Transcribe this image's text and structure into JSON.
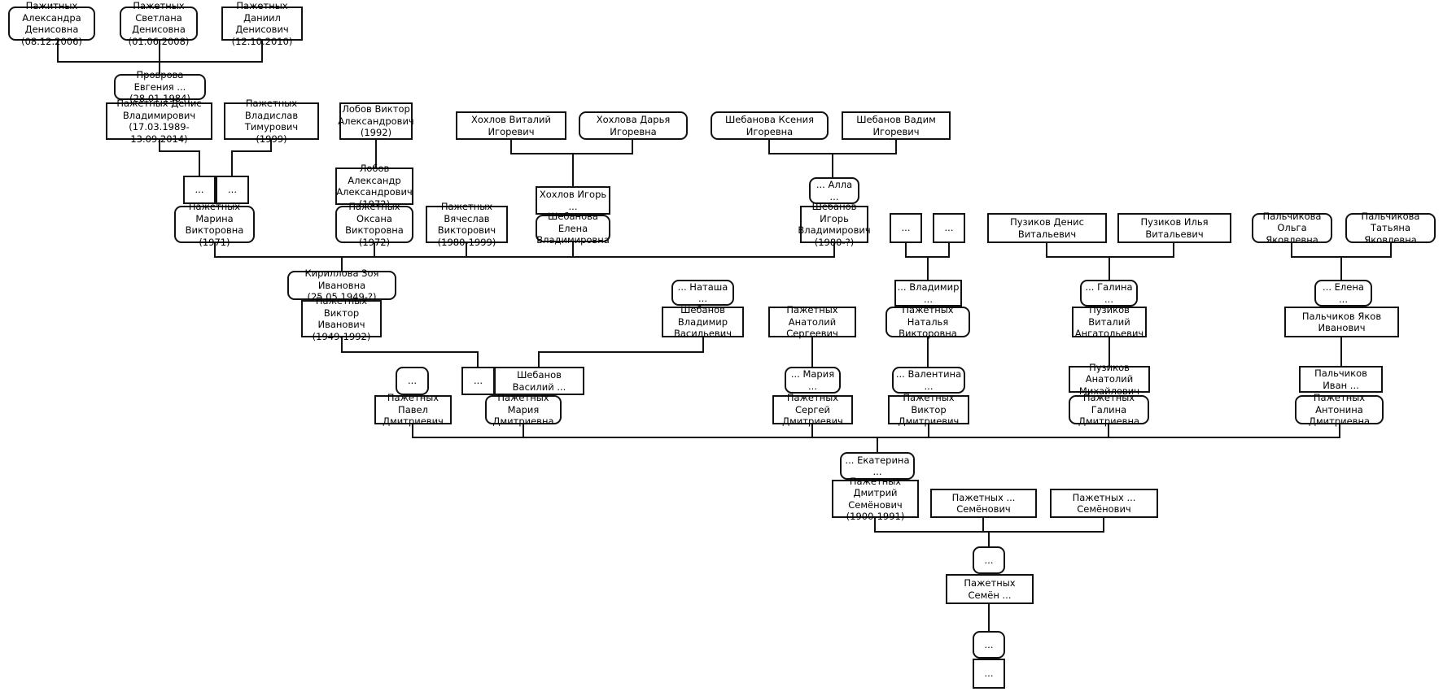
{
  "nodes": [
    {
      "id": "n1",
      "text": "Пажитных Александра\nДенисовна\n(08.12.2006)",
      "shape": "f"
    },
    {
      "id": "n2",
      "text": "Пажетных Светлана\nДенисовна\n(01.06.2008)",
      "shape": "f"
    },
    {
      "id": "n3",
      "text": "Пажетных Даниил\nДенисович\n(12.10.2010)",
      "shape": "m"
    },
    {
      "id": "n4",
      "text": "Проврова Евгения ...\n(28.01.1984)",
      "shape": "f"
    },
    {
      "id": "n5",
      "text": "Пажетных Денис\nВладимирович\n(17.03.1989-13.09.2014)",
      "shape": "m"
    },
    {
      "id": "n6",
      "text": "Пажетных Владислав\nТимурович\n(1999)",
      "shape": "m"
    },
    {
      "id": "n7",
      "text": "Лобов Виктор\nАлександрович\n(1992)",
      "shape": "m"
    },
    {
      "id": "n8",
      "text": "Хохлов Виталий Игоревич",
      "shape": "m"
    },
    {
      "id": "n9",
      "text": "Хохлова Дарья Игоревна",
      "shape": "f"
    },
    {
      "id": "n10",
      "text": "Шебанова Ксения Игоревна",
      "shape": "f"
    },
    {
      "id": "n11",
      "text": "Шебанов Вадим Игоревич",
      "shape": "m"
    },
    {
      "id": "n12",
      "text": "...",
      "shape": "m"
    },
    {
      "id": "n13",
      "text": "...",
      "shape": "m"
    },
    {
      "id": "n14",
      "text": "Лобов Александр\nАлександрович\n(1972)",
      "shape": "m"
    },
    {
      "id": "n15",
      "text": "Пажетных Марина\nВикторовна\n(1971)",
      "shape": "f"
    },
    {
      "id": "n16",
      "text": "Пажетных Оксана\nВикторовна\n(1972)",
      "shape": "f"
    },
    {
      "id": "n17",
      "text": "Пажетных Вячеслав\nВикторович\n(1980-1999)",
      "shape": "m"
    },
    {
      "id": "n18",
      "text": "Хохлов Игорь ...",
      "shape": "m"
    },
    {
      "id": "n19",
      "text": "Шебанова Елена\nВладимировна",
      "shape": "f"
    },
    {
      "id": "n20",
      "text": "... Алла ...",
      "shape": "f"
    },
    {
      "id": "n21",
      "text": "Шебанов Игорь\nВладимирович\n(1980-?)",
      "shape": "m"
    },
    {
      "id": "n22",
      "text": "...",
      "shape": "m"
    },
    {
      "id": "n23",
      "text": "...",
      "shape": "m"
    },
    {
      "id": "n24",
      "text": "Пузиков Денис Витальевич",
      "shape": "m"
    },
    {
      "id": "n25",
      "text": "Пузиков Илья Витальевич",
      "shape": "m"
    },
    {
      "id": "n26",
      "text": "Пальчикова Ольга\nЯковлевна",
      "shape": "f"
    },
    {
      "id": "n27",
      "text": "Пальчикова Татьяна\nЯковлевна",
      "shape": "f"
    },
    {
      "id": "n28",
      "text": "Кириллова Зоя Ивановна\n(25.05.1949-?)",
      "shape": "f"
    },
    {
      "id": "n29",
      "text": "Пажетных Виктор\nИванович\n(1949-1992)",
      "shape": "m"
    },
    {
      "id": "n30",
      "text": "... Наташа ...",
      "shape": "f"
    },
    {
      "id": "n31",
      "text": "Шебанов Владимир\nВасильевич",
      "shape": "m"
    },
    {
      "id": "n32",
      "text": "Пажетных Анатолий\nСергеевич",
      "shape": "m"
    },
    {
      "id": "n33",
      "text": "... Владимир ...",
      "shape": "m"
    },
    {
      "id": "n34",
      "text": "Пажетных Наталья\nВикторовна",
      "shape": "f"
    },
    {
      "id": "n35",
      "text": "... Галина ...",
      "shape": "f"
    },
    {
      "id": "n36",
      "text": "Пузиков Виталий\nАнгатольевич",
      "shape": "m"
    },
    {
      "id": "n37",
      "text": "... Елена ...",
      "shape": "f"
    },
    {
      "id": "n38",
      "text": "Пальчиков Яков Иванович",
      "shape": "m"
    },
    {
      "id": "n39",
      "text": "...",
      "shape": "f"
    },
    {
      "id": "n40",
      "text": "...",
      "shape": "m"
    },
    {
      "id": "n41",
      "text": "Шебанов Василий ...",
      "shape": "m"
    },
    {
      "id": "n42",
      "text": "... Мария ...",
      "shape": "f"
    },
    {
      "id": "n43",
      "text": "... Валентина ...",
      "shape": "f"
    },
    {
      "id": "n44",
      "text": "Пузиков Анатолий\nМихайлович",
      "shape": "m"
    },
    {
      "id": "n45",
      "text": "Пальчиков Иван ...",
      "shape": "m"
    },
    {
      "id": "n46",
      "text": "Пажетных Павел\nДмитриевич",
      "shape": "m"
    },
    {
      "id": "n47",
      "text": "Пажетных Мария\nДмитриевна",
      "shape": "f"
    },
    {
      "id": "n48",
      "text": "Пажетных Сергей\nДмитриевич",
      "shape": "m"
    },
    {
      "id": "n49",
      "text": "Пажетных Виктор\nДмитриевич",
      "shape": "m"
    },
    {
      "id": "n50",
      "text": "Пажетных Галина\nДмитриевна",
      "shape": "f"
    },
    {
      "id": "n51",
      "text": "Пажетных Антонина\nДмитриевна",
      "shape": "f"
    },
    {
      "id": "n52",
      "text": "... Екатерина ...",
      "shape": "f"
    },
    {
      "id": "n53",
      "text": "Пажетных Дмитрий\nСемёнович\n(1900-1991)",
      "shape": "m"
    },
    {
      "id": "n54",
      "text": "Пажетных ... Семёнович",
      "shape": "m"
    },
    {
      "id": "n55",
      "text": "Пажетных ... Семёнович",
      "shape": "m"
    },
    {
      "id": "n56",
      "text": "...",
      "shape": "f"
    },
    {
      "id": "n57",
      "text": "Пажетных Семён ...",
      "shape": "m"
    },
    {
      "id": "n58",
      "text": "...",
      "shape": "f"
    },
    {
      "id": "n59",
      "text": "...",
      "shape": "m"
    }
  ]
}
